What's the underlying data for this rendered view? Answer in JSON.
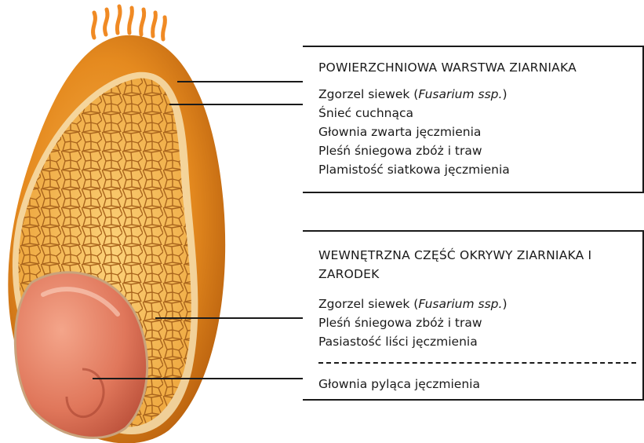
{
  "surface_layer": {
    "heading": "POWIERZCHNIOWA WARSTWA ZIARNIAKA",
    "diseases": [
      {
        "prefix": "Zgorzel siewek (",
        "italic": "Fusarium ssp.",
        "suffix": ")"
      },
      {
        "prefix": "Śnieć cuchnąca",
        "italic": "",
        "suffix": ""
      },
      {
        "prefix": "Głownia zwarta jęczmienia",
        "italic": "",
        "suffix": ""
      },
      {
        "prefix": "Pleśń śniegowa zbóż i traw",
        "italic": "",
        "suffix": ""
      },
      {
        "prefix": "Plamistość siatkowa jęczmienia",
        "italic": "",
        "suffix": ""
      }
    ]
  },
  "inner_layer": {
    "heading": "WEWNĘTRZNA CZĘŚĆ OKRYWY ZIARNIAKA I ZARODEK",
    "diseases": [
      {
        "prefix": "Zgorzel siewek (",
        "italic": "Fusarium ssp.",
        "suffix": ")"
      },
      {
        "prefix": "Pleśń śniegowa zbóż i traw",
        "italic": "",
        "suffix": ""
      },
      {
        "prefix": "Pasiastość liści jęczmienia",
        "italic": "",
        "suffix": ""
      }
    ],
    "embryo_disease": "Głownia pyląca jęczmienia"
  },
  "colors": {
    "husk": "#e08a1e",
    "endosperm": "#f3b74a",
    "cell_lines": "#a8631a",
    "embryo": "#e07a60",
    "line": "#1a1a1a"
  }
}
